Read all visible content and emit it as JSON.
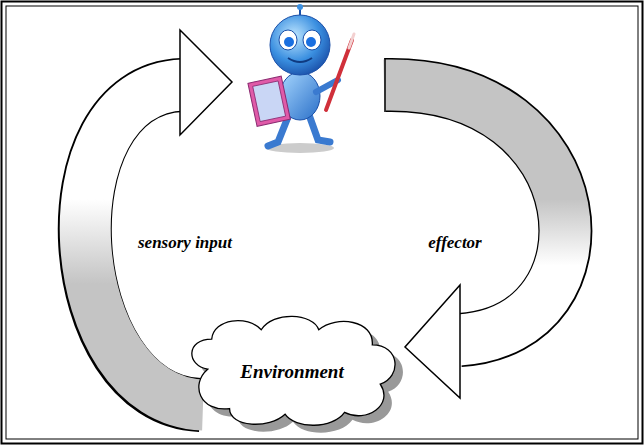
{
  "diagram": {
    "nodes": [
      {
        "text": [
          "Environment"
        ]
      }
    ],
    "labels": [
      "sensory input",
      "effector"
    ]
  }
}
